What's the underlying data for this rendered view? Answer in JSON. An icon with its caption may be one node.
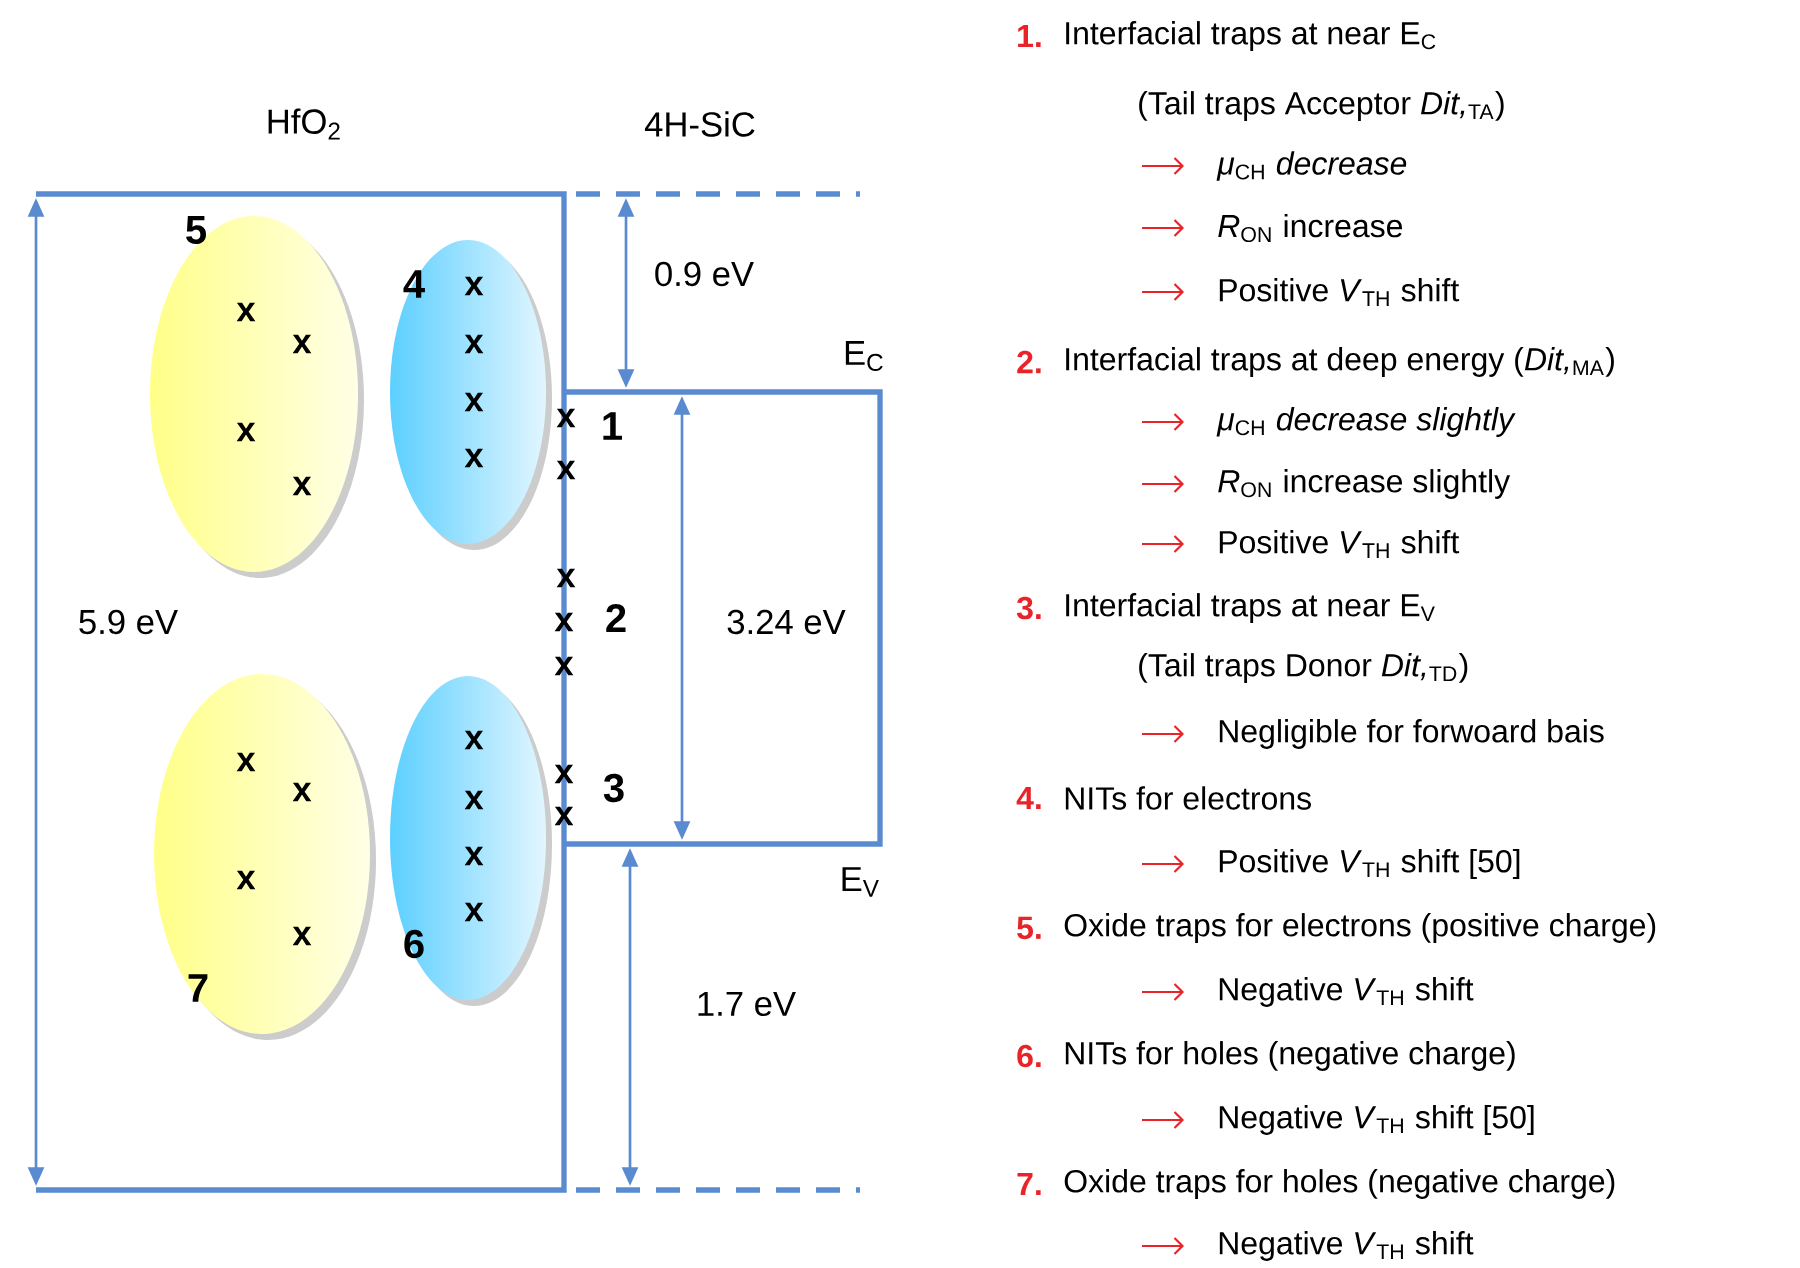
{
  "diagram": {
    "labels": [
      "HfO$_{2}$",
      "4H-SiC",
      "5",
      "4",
      "x",
      "0.9 eV",
      "x",
      "x",
      "x",
      "E$_{C}$",
      "x",
      "x",
      "x",
      "1",
      "x",
      "x",
      "x",
      "x",
      "5.9 eV",
      "x",
      "2",
      "3.24 eV",
      "x",
      "x",
      "x",
      "x",
      "x",
      "3",
      "x",
      "x",
      "x",
      "x",
      "E$_{V}$",
      "x",
      "x",
      "6",
      "7",
      "1.7 eV",
      "1.",
      "Interfacial traps at near E$_{C}$",
      "(Tail traps Acceptor *Dit,*$_{TA}$)",
      "*μ*$_{CH}$ *decrease*",
      "*R*$_{ON}$ increase",
      "Positive *V*$_{TH}$ shift",
      "2.",
      "Interfacial traps at deep energy (*Dit,*$_{MA}$)",
      "*μ*$_{CH}$ *decrease slightly*",
      "*R*$_{ON}$ increase slightly",
      "Positive *V*$_{TH}$ shift",
      "3.",
      "Interfacial traps at near E$_{V}$",
      "(Tail traps Donor *Dit,*$_{TD}$)",
      "Negligible for forwoard bais",
      "4.",
      "NITs for electrons",
      "Positive *V*$_{TH}$ shift [50]",
      "5.",
      "Oxide traps for electrons (positive charge)",
      "Negative *V*$_{TH}$ shift",
      "6.",
      "NITs for holes (negative charge)",
      "Negative *V*$_{TH}$ shift [50]",
      "7.",
      "Oxide traps for holes (negative charge)",
      "Negative *V*$_{TH}$ shift"
    ]
  }
}
